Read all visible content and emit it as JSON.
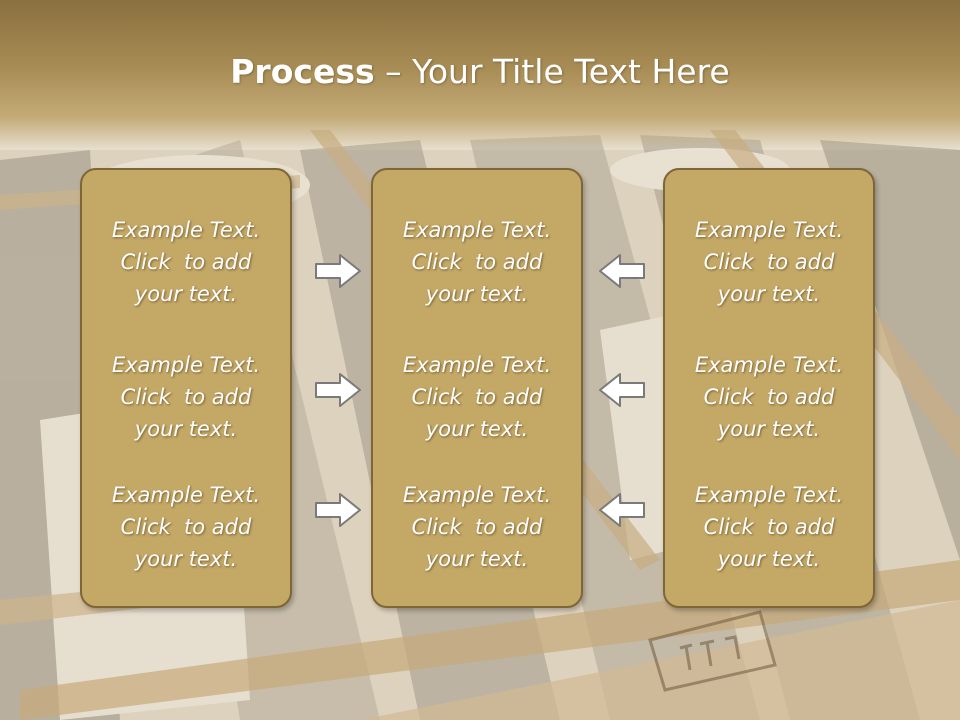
{
  "slide": {
    "title_bold": "Process",
    "title_rest": " – Your Title Text Here"
  },
  "columns": [
    {
      "blocks": [
        [
          "Example Text.",
          "Click  to add",
          "your text."
        ],
        [
          "Example Text.",
          "Click  to add",
          "your text."
        ],
        [
          "Example Text.",
          "Click  to add",
          "your text."
        ]
      ]
    },
    {
      "blocks": [
        [
          "Example Text.",
          "Click  to add",
          "your text."
        ],
        [
          "Example Text.",
          "Click  to add",
          "your text."
        ],
        [
          "Example Text.",
          "Click  to add",
          "your text."
        ]
      ]
    },
    {
      "blocks": [
        [
          "Example Text.",
          "Click  to add",
          "your text."
        ],
        [
          "Example Text.",
          "Click  to add",
          "your text."
        ],
        [
          "Example Text.",
          "Click  to add",
          "your text."
        ]
      ]
    }
  ],
  "colors": {
    "box_fill": "#c4a866",
    "box_border": "#7e6636",
    "title_bar": "#a88c54",
    "arrow_fill": "#ffffff",
    "arrow_stroke": "#7a7a7a"
  },
  "icons": {
    "right_arrows": "arrow-right-icon",
    "left_arrows": "arrow-left-icon"
  }
}
